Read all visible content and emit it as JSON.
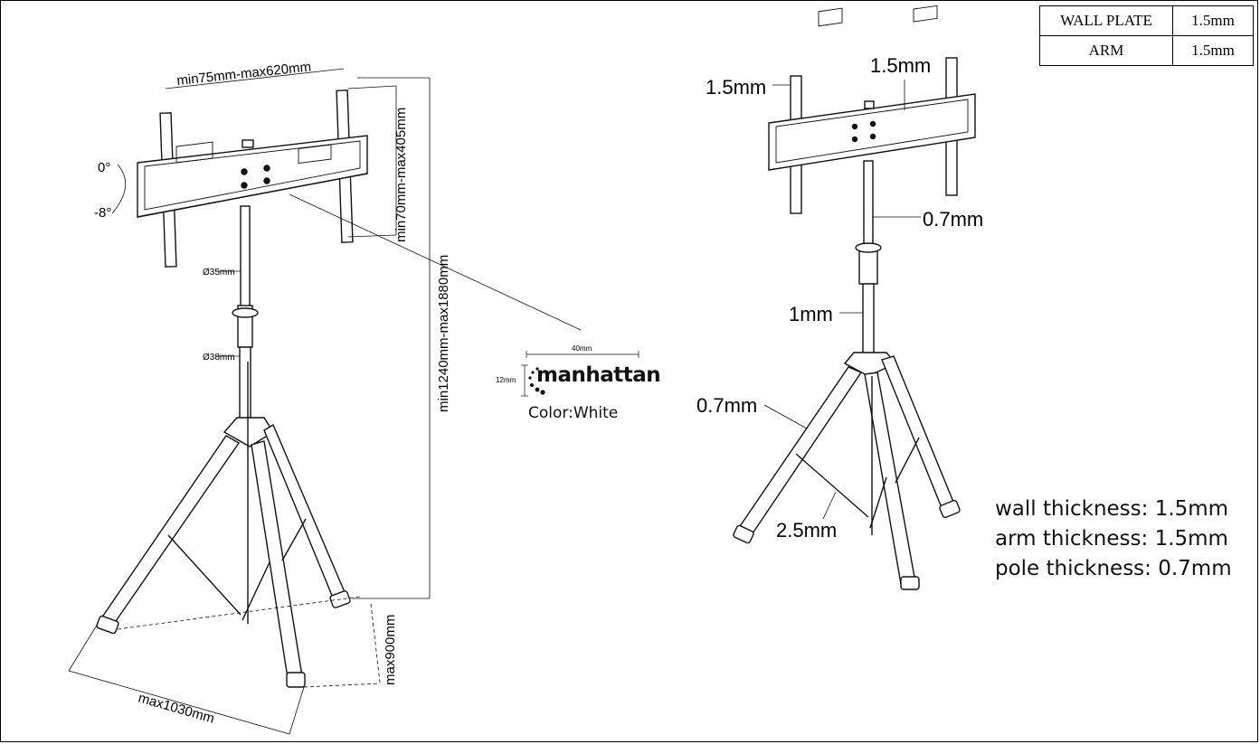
{
  "spec_table": {
    "rows": [
      {
        "key": "WALL PLATE",
        "value": "1.5mm"
      },
      {
        "key": "ARM",
        "value": "1.5mm"
      }
    ]
  },
  "left_diagram": {
    "width_range": "min75mm-max620mm",
    "height_range": "min70mm-max405mm",
    "overall_height": "min1240mm-max1880mm",
    "tilt_top": "0°",
    "tilt_bottom": "-8°",
    "upper_pole_diameter": "Ø35mm",
    "lower_pole_diameter": "Ø38mm",
    "footprint_width": "max1030mm",
    "footprint_depth": "max900mm"
  },
  "logo": {
    "width_dim": "40mm",
    "height_dim": "12mm",
    "brand": "manhattan",
    "color_label": "Color:White"
  },
  "right_diagram": {
    "arm_thickness": "1.5mm",
    "plate_thickness": "1.5mm",
    "upper_pole_thickness": "0.7mm",
    "lower_pole_thickness": "1mm",
    "leg_thickness": "0.7mm",
    "brace_thickness": "2.5mm"
  },
  "notes": {
    "wall": "wall thickness: 1.5mm",
    "arm": "arm thickness: 1.5mm",
    "pole": "pole thickness: 0.7mm"
  }
}
